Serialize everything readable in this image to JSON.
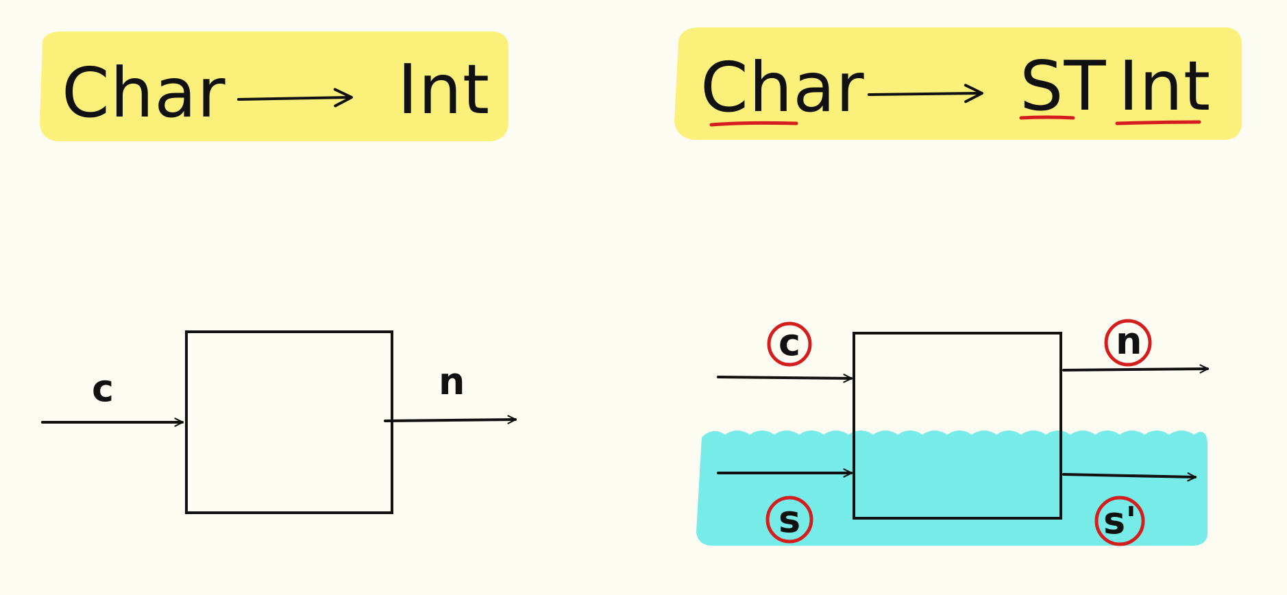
{
  "colors": {
    "background": "#fdfcf3",
    "highlight_yellow": "#fbf07a",
    "state_cyan": "#5ee8e4",
    "ink": "#111111",
    "mark_red": "#d41e1e"
  },
  "left": {
    "title": {
      "input_type": "Char",
      "arrow": "arrow-icon",
      "output_type": "Int"
    },
    "diagram": {
      "input_label": "c",
      "output_label": "n"
    }
  },
  "right": {
    "title": {
      "input_type": "Char",
      "arrow": "arrow-icon",
      "monad": "ST",
      "output_type": "Int"
    },
    "diagram": {
      "input_label": "c",
      "output_label": "n",
      "state_in_label": "s",
      "state_out_label": "s'"
    }
  }
}
